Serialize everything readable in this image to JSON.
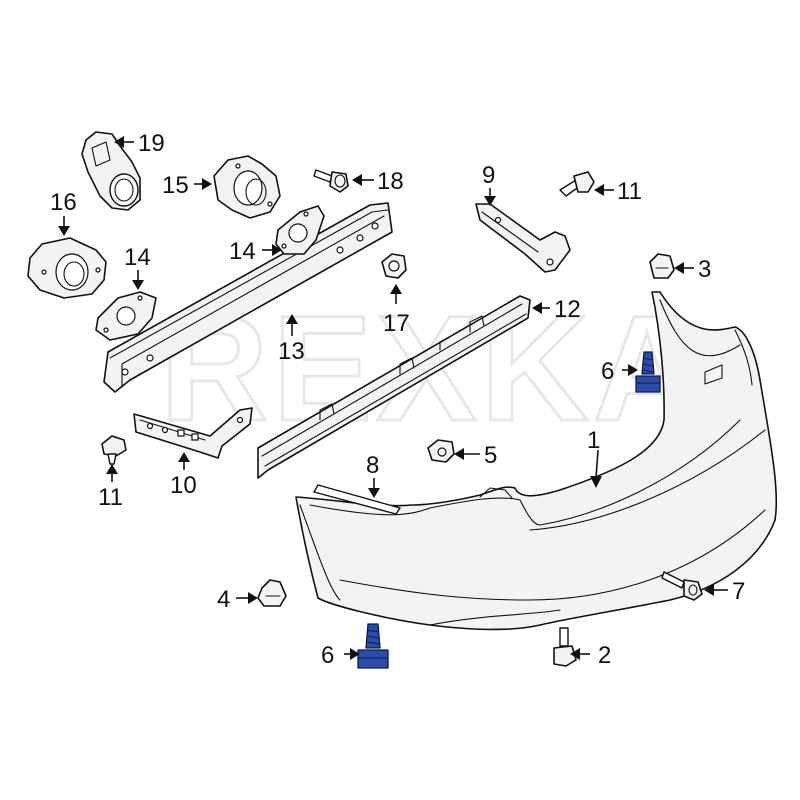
{
  "watermark": "REXKA",
  "callouts": {
    "c1": "1",
    "c2": "2",
    "c3": "3",
    "c4": "4",
    "c5": "5",
    "c6_upper": "6",
    "c6_lower": "6",
    "c7": "7",
    "c8": "8",
    "c9": "9",
    "c10": "10",
    "c11_upper": "11",
    "c11_lower": "11",
    "c12": "12",
    "c13": "13",
    "c14_upper": "14",
    "c14_lower": "14",
    "c15": "15",
    "c16": "16",
    "c17": "17",
    "c18": "18",
    "c19": "19"
  },
  "colors": {
    "highlight": "#2d4ba8",
    "line": "#111111",
    "part_fill": "#f2f3f5"
  }
}
